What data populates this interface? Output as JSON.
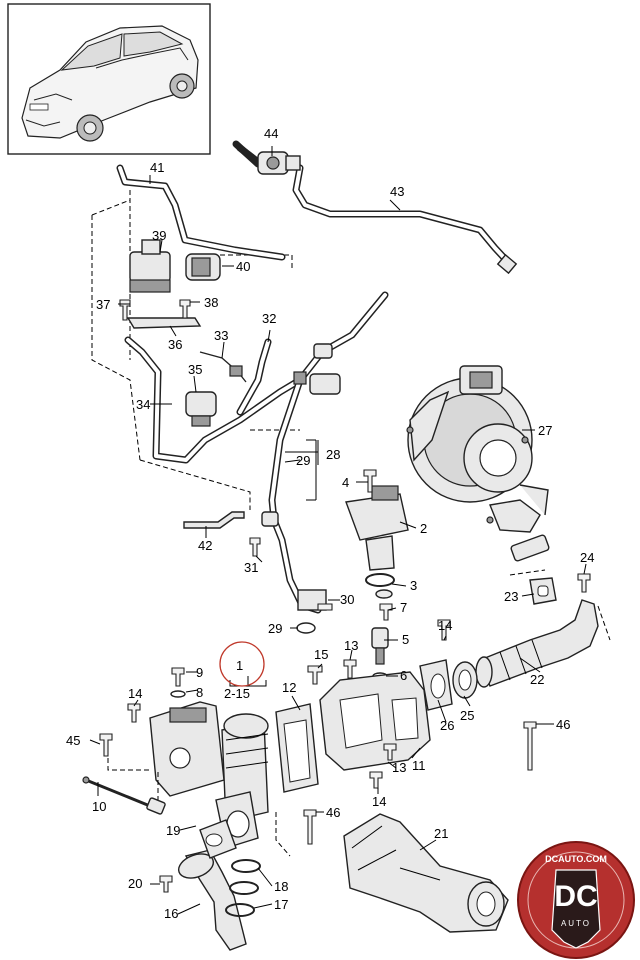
{
  "labels": {
    "p1": "1",
    "p2_15": "2-15",
    "p2": "2",
    "p3": "3",
    "p4": "4",
    "p5": "5",
    "p6": "6",
    "p7": "7",
    "p8": "8",
    "p9": "9",
    "p10": "10",
    "p11": "11",
    "p12": "12",
    "p13a": "13",
    "p13b": "13",
    "p14a": "14",
    "p14b": "14",
    "p14c": "14",
    "p15": "15",
    "p16": "16",
    "p17": "17",
    "p18": "18",
    "p19": "19",
    "p20": "20",
    "p21": "21",
    "p22": "22",
    "p23": "23",
    "p24": "24",
    "p25": "25",
    "p26": "26",
    "p27": "27",
    "p28": "28",
    "p29a": "29",
    "p29b": "29",
    "p30": "30",
    "p31": "31",
    "p32": "32",
    "p33": "33",
    "p34": "34",
    "p35": "35",
    "p36": "36",
    "p37": "37",
    "p38": "38",
    "p39": "39",
    "p40": "40",
    "p41": "41",
    "p42": "42",
    "p43": "43",
    "p44": "44",
    "p45": "45",
    "p46a": "46",
    "p46b": "46"
  },
  "watermark": {
    "site": "DCAUTO.COM",
    "logo": "DC",
    "sub": "AUTO",
    "colors": {
      "ring": "#c4161c",
      "bg": "#b5302e",
      "text": "#ffffff"
    }
  },
  "highlight_color": "#c0392b"
}
